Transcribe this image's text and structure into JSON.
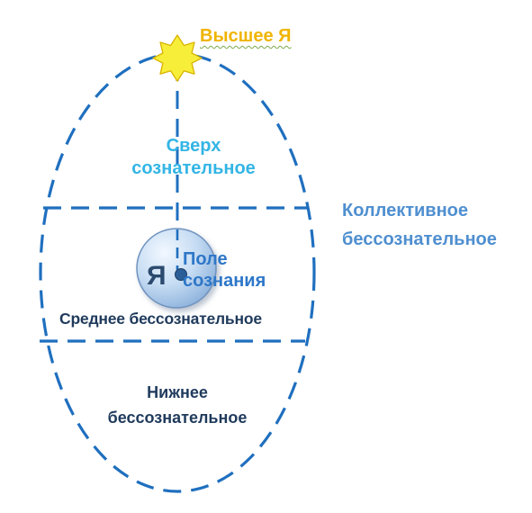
{
  "labels": {
    "higher_self": "Высшее Я",
    "superconscious": [
      "Сверх",
      "сознательное"
    ],
    "collective_unconscious": [
      "Коллективное",
      "бессознательное"
    ],
    "self": "Я",
    "field_of_consciousness": [
      "Поле",
      "сознания"
    ],
    "middle_unconscious": "Среднее бессознательное",
    "lower_unconscious": [
      "Нижнее",
      "бессознательное"
    ]
  },
  "colors": {
    "outline": "#1f6fbf",
    "star_fill": "#f7ee3a",
    "star_stroke": "#d9b300",
    "higher_self_text": "#f0b400",
    "superconscious_text": "#33b5e5",
    "collective_text": "#4f8fd0",
    "field_text": "#2e77c8",
    "dark_text": "#1f3a5c",
    "sphere_fill": "#b9d3ef",
    "sphere_stroke": "#6f93bf",
    "self_text": "#2b4a6e"
  },
  "icons": {
    "star": "star-icon",
    "dot": "point-icon"
  }
}
